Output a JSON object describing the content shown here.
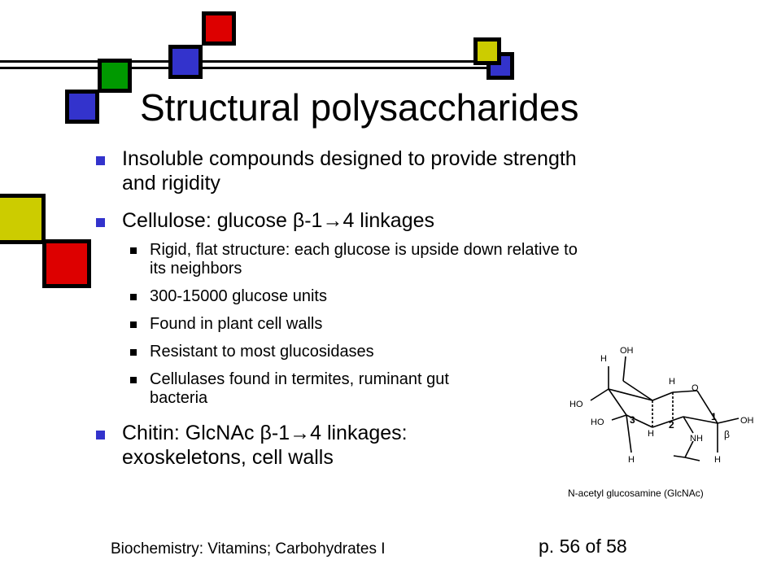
{
  "slide": {
    "title": "Structural polysaccharides",
    "bullets": [
      {
        "text": "Insoluble compounds designed to provide strength and rigidity"
      },
      {
        "text": "Cellulose: glucose β-1→4 linkages"
      },
      {
        "text": "Chitin: GlcNAc β-1→4 linkages: exoskeletons, cell walls"
      }
    ],
    "sub_bullets": [
      "Rigid, flat structure: each glucose is upside down relative to its neighbors",
      "300-15000 glucose units",
      "Found in plant cell walls",
      "Resistant to most glucosidases",
      "Cellulases found in termites, ruminant gut bacteria"
    ],
    "footer_left": "Biochemistry: Vitamins; Carbohydrates I",
    "footer_right": "p. 56 of 58"
  },
  "figure": {
    "caption": "N-acetyl glucosamine (GlcNAc)",
    "atom_labels": {
      "oh_top": "OH",
      "h_top": "H",
      "ho_left": "HO",
      "ho_bottom": "HO",
      "c3": "3",
      "c2": "2",
      "c1": "1",
      "h_ring": "H",
      "o_ring": "O",
      "oh_right": "OH",
      "beta": "β",
      "nh": "NH",
      "h_bottom_left": "H",
      "h_bottom_right": "H",
      "h_mid": "H"
    }
  },
  "colors": {
    "blue": "#3333cc",
    "green": "#009900",
    "red": "#dd0000",
    "yellow": "#cccc00",
    "bullet": "#3333cc"
  }
}
